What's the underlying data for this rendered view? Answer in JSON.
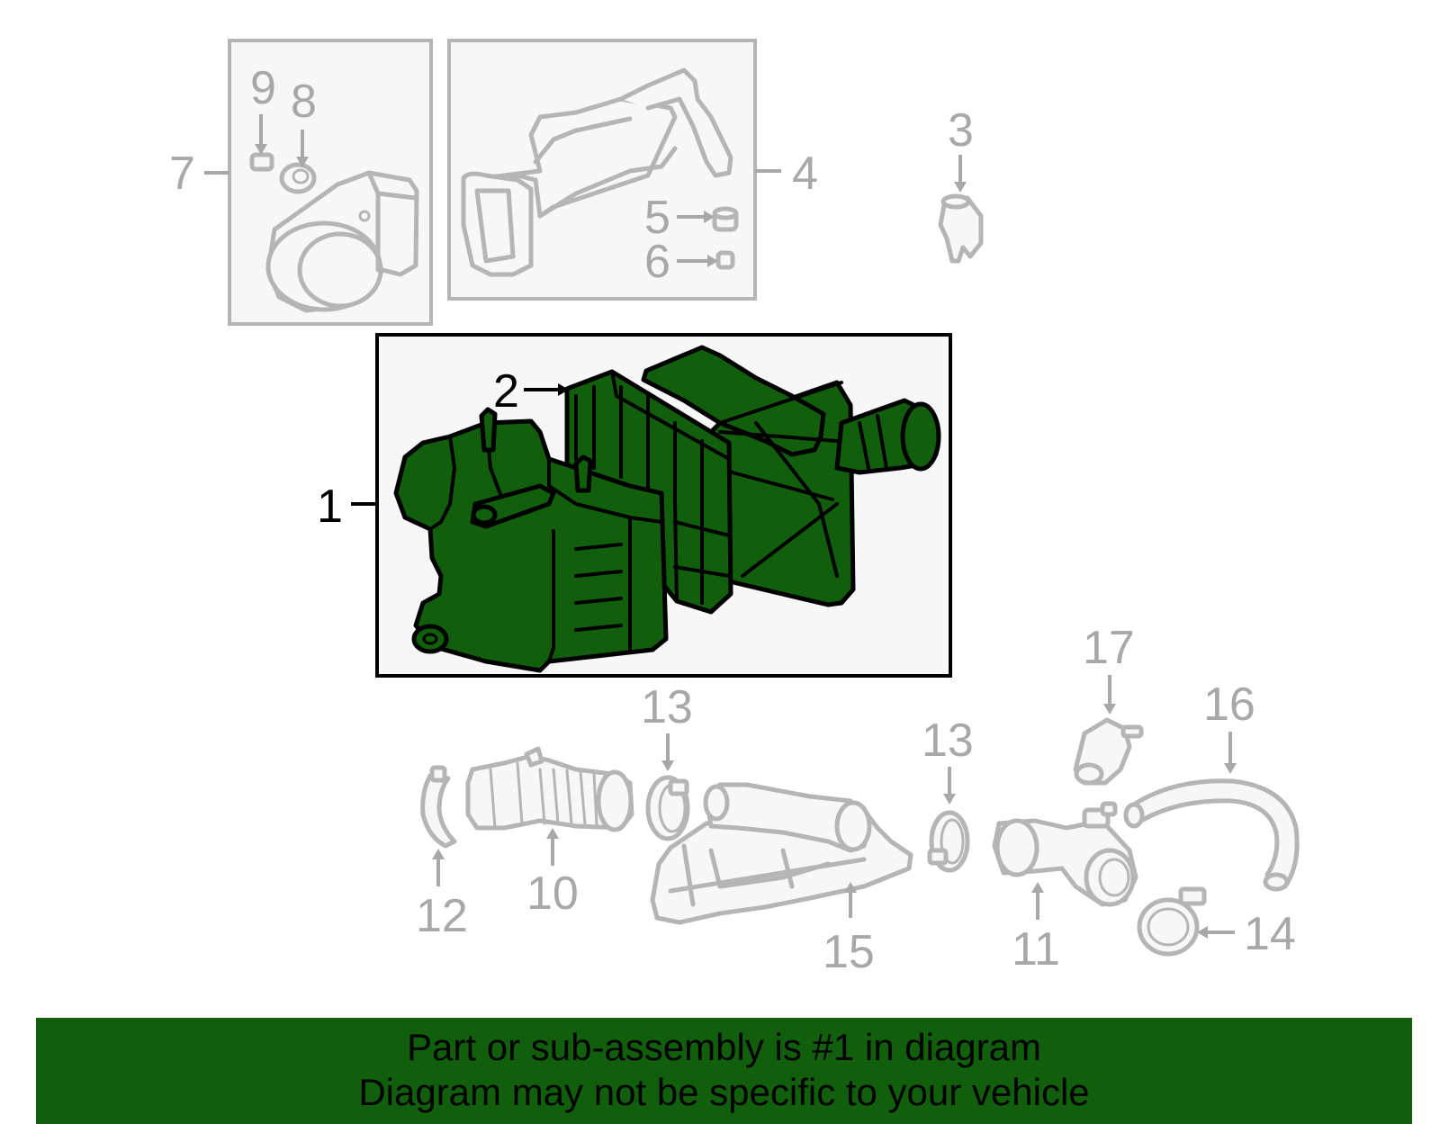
{
  "callouts": {
    "c1": "1",
    "c2": "2",
    "c3": "3",
    "c4": "4",
    "c5": "5",
    "c6": "6",
    "c7": "7",
    "c8": "8",
    "c9": "9",
    "c10": "10",
    "c11": "11",
    "c12": "12",
    "c13a": "13",
    "c13b": "13",
    "c14": "14",
    "c15": "15",
    "c16": "16",
    "c17": "17"
  },
  "banner": {
    "line1": "Part or sub-assembly is #1 in diagram",
    "line2": "Diagram may not be specific to your vehicle"
  },
  "colors": {
    "highlight": "#115f0c",
    "ghost_stroke": "#b5b5b5",
    "callout_grey": "#a8a8a8",
    "panel_fill": "#f7f7f7"
  }
}
